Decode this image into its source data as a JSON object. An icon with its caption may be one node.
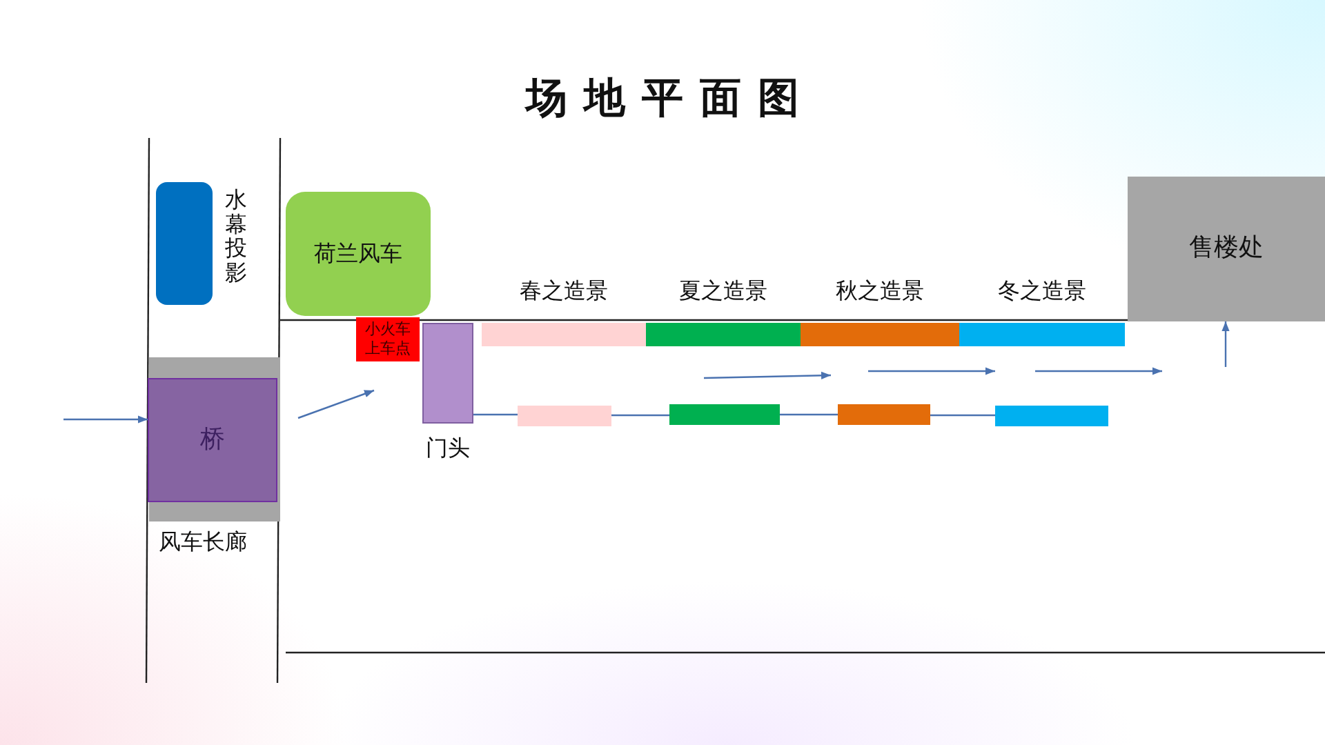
{
  "diagram": {
    "title": "场地平面图",
    "nodes": [
      {
        "text": [
          "水幕投影"
        ]
      },
      {
        "text": [
          "荷兰风车"
        ]
      },
      {
        "text": [
          "春之造景"
        ]
      },
      {
        "text": [
          "夏之造景"
        ]
      },
      {
        "text": [
          "秋之造景"
        ]
      },
      {
        "text": [
          "冬之造景"
        ]
      },
      {
        "text": [
          "售楼处"
        ]
      },
      {
        "text": [
          "小火车上车点"
        ]
      },
      {
        "text": [
          "门头"
        ]
      },
      {
        "text": [
          "桥"
        ]
      },
      {
        "text": [],
        "shape": "bar"
      },
      {
        "text": [],
        "shape": "bar"
      },
      {
        "text": [],
        "shape": "bar"
      },
      {
        "text": [],
        "shape": "bar"
      }
    ],
    "edges": [
      {
        "from": null,
        "to": 9,
        "arrow": "to"
      },
      {
        "from": null,
        "to": 6,
        "arrow": "to"
      },
      {
        "from": 8,
        "to": 10,
        "arrow": "none"
      },
      {
        "from": 10,
        "to": 11,
        "arrow": "none"
      },
      {
        "from": 11,
        "to": 12,
        "arrow": "none"
      },
      {
        "from": 12,
        "to": 13,
        "arrow": "none"
      }
    ],
    "labels": [
      "风车长廊"
    ]
  }
}
